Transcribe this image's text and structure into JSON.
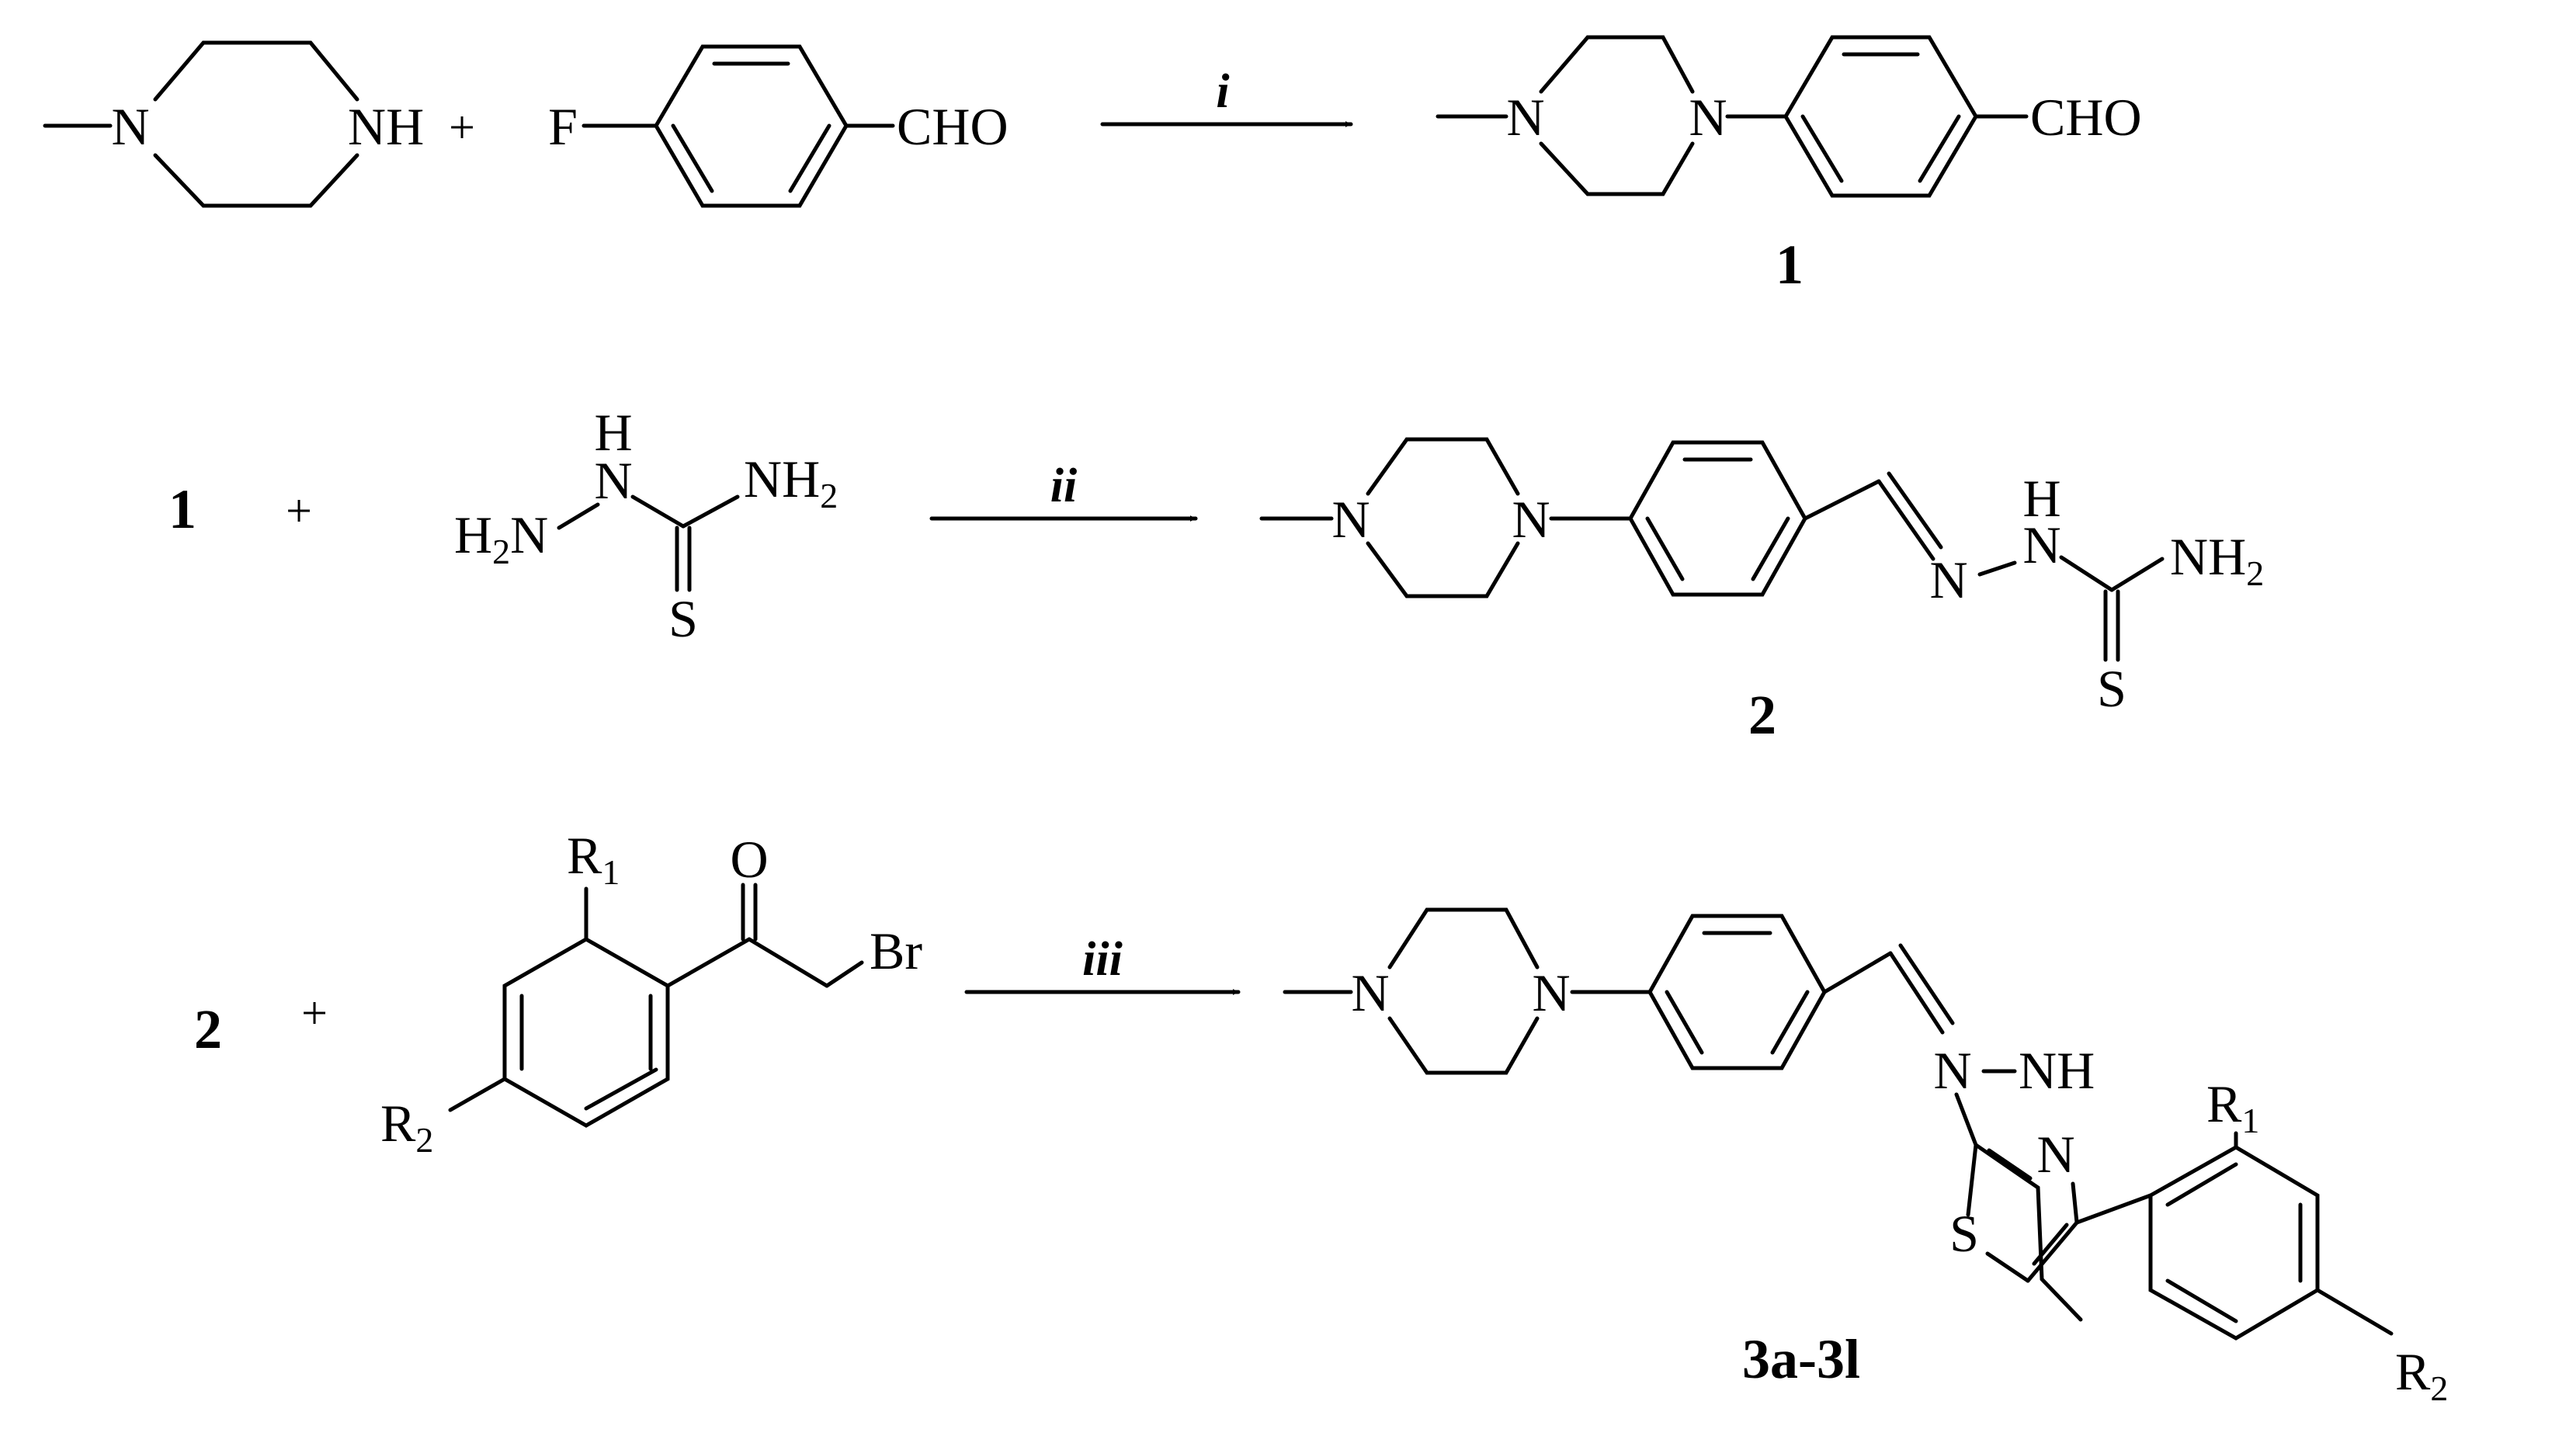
{
  "scheme": {
    "row1": {
      "reactant_a": {
        "amine_label": "N",
        "nh_label": "NH"
      },
      "plus": "+",
      "reactant_b": {
        "halogen": "F",
        "group": "CHO"
      },
      "condition": "i",
      "product": {
        "n1": "N",
        "n2": "N",
        "group": "CHO",
        "number": "1"
      }
    },
    "row2": {
      "reactant_a": "1",
      "plus": "+",
      "reagent": {
        "h": "H",
        "n_top": "N",
        "h2n": "H",
        "h2n_sub": "2",
        "h2n_n": "N",
        "nh2": "NH",
        "nh2_sub": "2",
        "s": "S"
      },
      "condition": "ii",
      "product": {
        "n1": "N",
        "n2": "N",
        "imine_n": "N",
        "nh_n": "N",
        "nh_h": "H",
        "nh2": "NH",
        "nh2_sub": "2",
        "s": "S",
        "number": "2"
      }
    },
    "row3": {
      "reactant_a": "2",
      "plus": "+",
      "reagent": {
        "r1": "R",
        "r1_sub": "1",
        "o": "O",
        "br": "Br",
        "r2": "R",
        "r2_sub": "2"
      },
      "condition": "iii",
      "product": {
        "n1": "N",
        "n2": "N",
        "imine_n": "N",
        "nh": "NH",
        "thiazole_n": "N",
        "thiazole_s": "S",
        "r1": "R",
        "r1_sub": "1",
        "r2": "R",
        "r2_sub": "2",
        "number": "3a-3l"
      }
    }
  }
}
